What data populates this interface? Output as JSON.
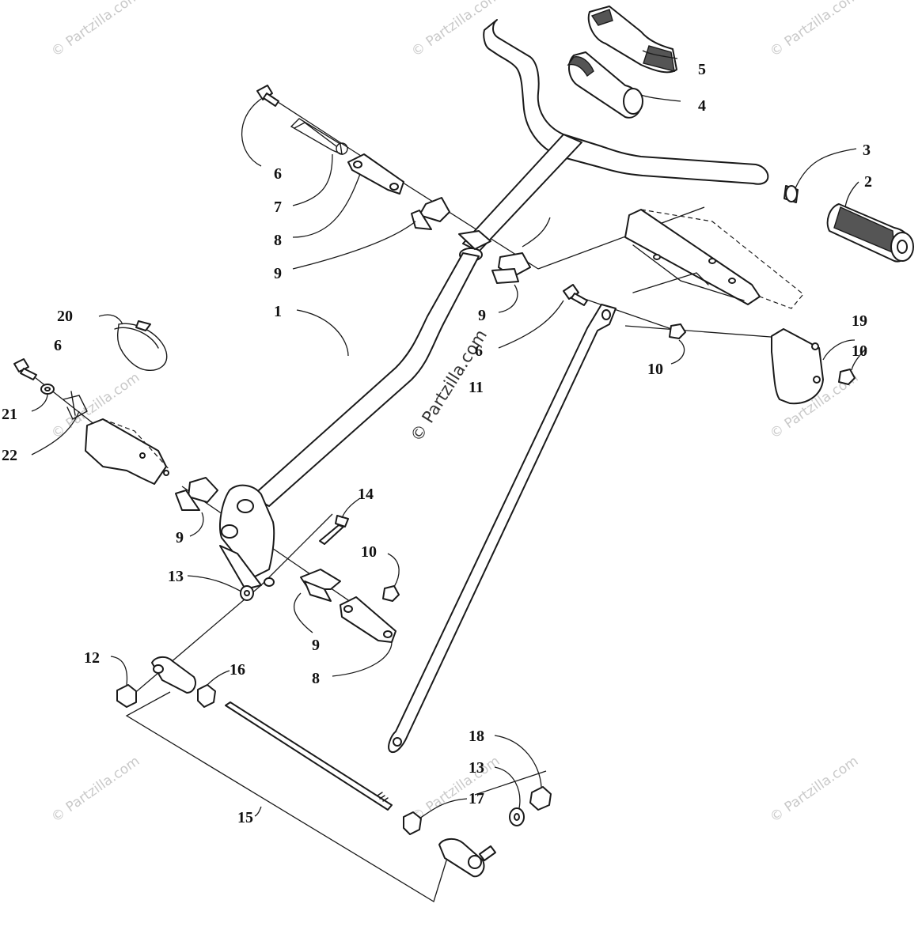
{
  "watermarks": {
    "corner": "© Partzilla.com",
    "center": "© Partzilla.com"
  },
  "callouts": {
    "c1": "1",
    "c2": "2",
    "c3": "3",
    "c4": "4",
    "c5": "5",
    "c6a": "6",
    "c6b": "6",
    "c6c": "6",
    "c7": "7",
    "c8a": "8",
    "c8b": "8",
    "c9a": "9",
    "c9b": "9",
    "c9c": "9",
    "c9d": "9",
    "c10a": "10",
    "c10b": "10",
    "c10c": "10",
    "c11": "11",
    "c12": "12",
    "c13a": "13",
    "c13b": "13",
    "c14": "14",
    "c15": "15",
    "c16": "16",
    "c17": "17",
    "c18": "18",
    "c19": "19",
    "c20": "20",
    "c21": "21",
    "c22": "22"
  },
  "colors": {
    "line": "#1a1a1a",
    "watermark": "#c9c9c9",
    "background": "#ffffff"
  }
}
